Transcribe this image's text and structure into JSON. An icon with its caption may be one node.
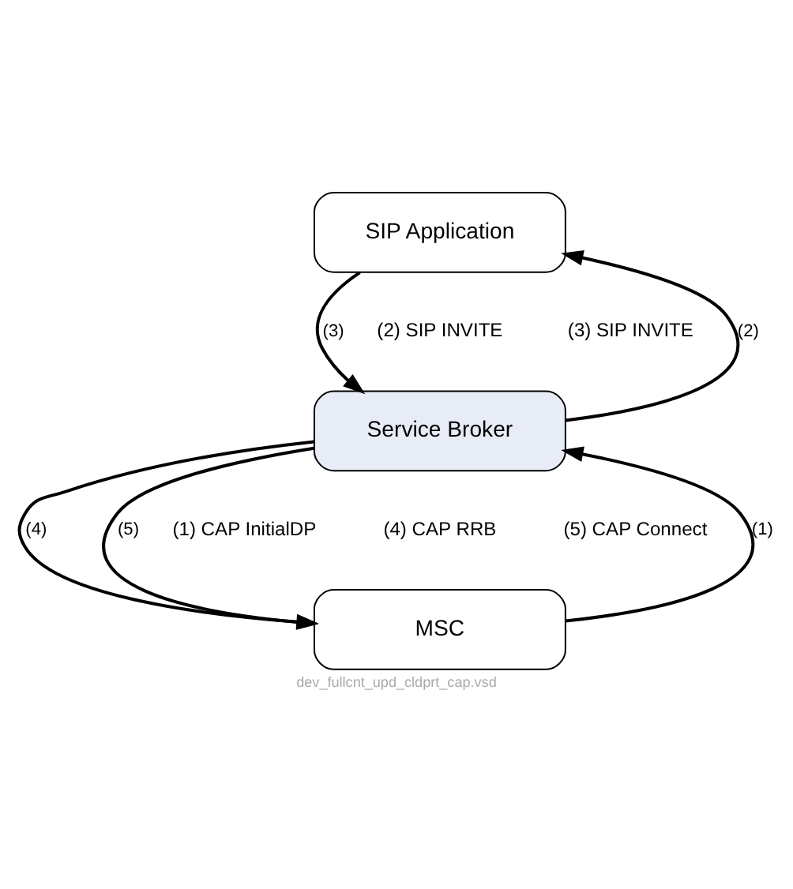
{
  "diagram": {
    "caption": "dev_fullcnt_upd_cldprt_cap.vsd",
    "nodes": [
      {
        "text": [
          "SIP Application"
        ]
      },
      {
        "text": [
          "Service Broker"
        ]
      },
      {
        "text": [
          "MSC"
        ]
      }
    ],
    "edges": [
      {
        "from": 2,
        "to": 1,
        "arrow": "to",
        "label": "(1)"
      },
      {
        "from": 1,
        "to": 0,
        "arrow": "to",
        "label": "(2)"
      },
      {
        "from": 0,
        "to": 1,
        "arrow": "to",
        "label": "(3)"
      },
      {
        "from": 1,
        "to": 2,
        "arrow": "to",
        "label": "(4)"
      },
      {
        "from": 1,
        "to": 2,
        "arrow": "to",
        "label": "(5)"
      }
    ],
    "labels": [
      "(2) SIP INVITE",
      "(3) SIP INVITE",
      "(1) CAP InitialDP",
      "(4) CAP RRB",
      "(5) CAP Connect"
    ]
  }
}
